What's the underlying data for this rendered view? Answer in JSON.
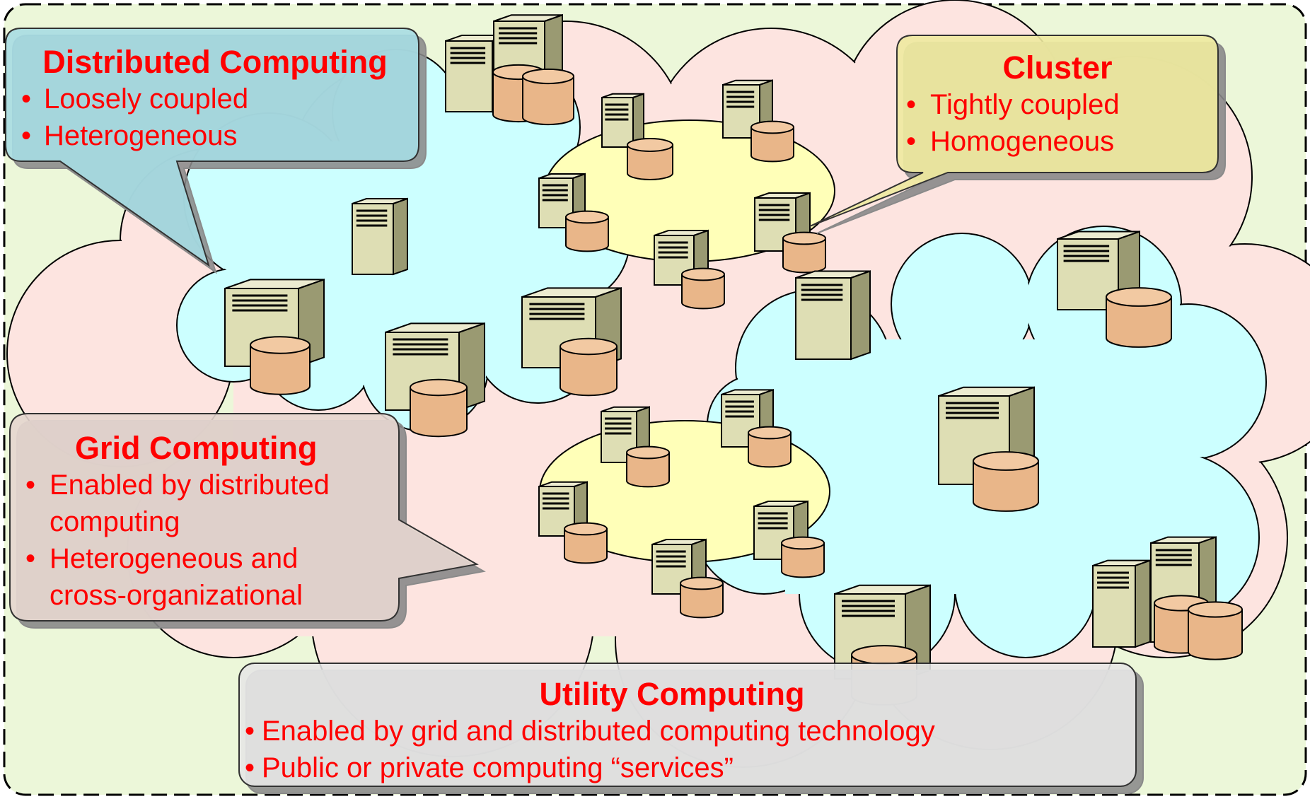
{
  "colors": {
    "background": "#ecf7d9",
    "grid_cloud": "#fde4e0",
    "distributed_cloud": "#ccffff",
    "cluster_fill": "#ffffb8",
    "text_red": "#ff0000",
    "server_face": "#dedeb4",
    "disk_fill": "#e9b689"
  },
  "callouts": {
    "distributed": {
      "title": "Distributed Computing",
      "bullets": [
        "Loosely coupled",
        "Heterogeneous"
      ]
    },
    "cluster": {
      "title": "Cluster",
      "bullets": [
        "Tightly coupled",
        "Homogeneous"
      ]
    },
    "grid": {
      "title": "Grid Computing",
      "bullets": [
        {
          "line1": "Enabled by distributed",
          "line2": "computing"
        },
        {
          "line1": "Heterogeneous and",
          "line2": "cross-organizational"
        }
      ]
    },
    "utility": {
      "title": "Utility Computing",
      "bullets": [
        "Enabled by grid and distributed computing technology",
        "Public or private computing “services”"
      ]
    }
  },
  "icons": {
    "server": "server-icon",
    "disk": "database-disk-icon"
  }
}
